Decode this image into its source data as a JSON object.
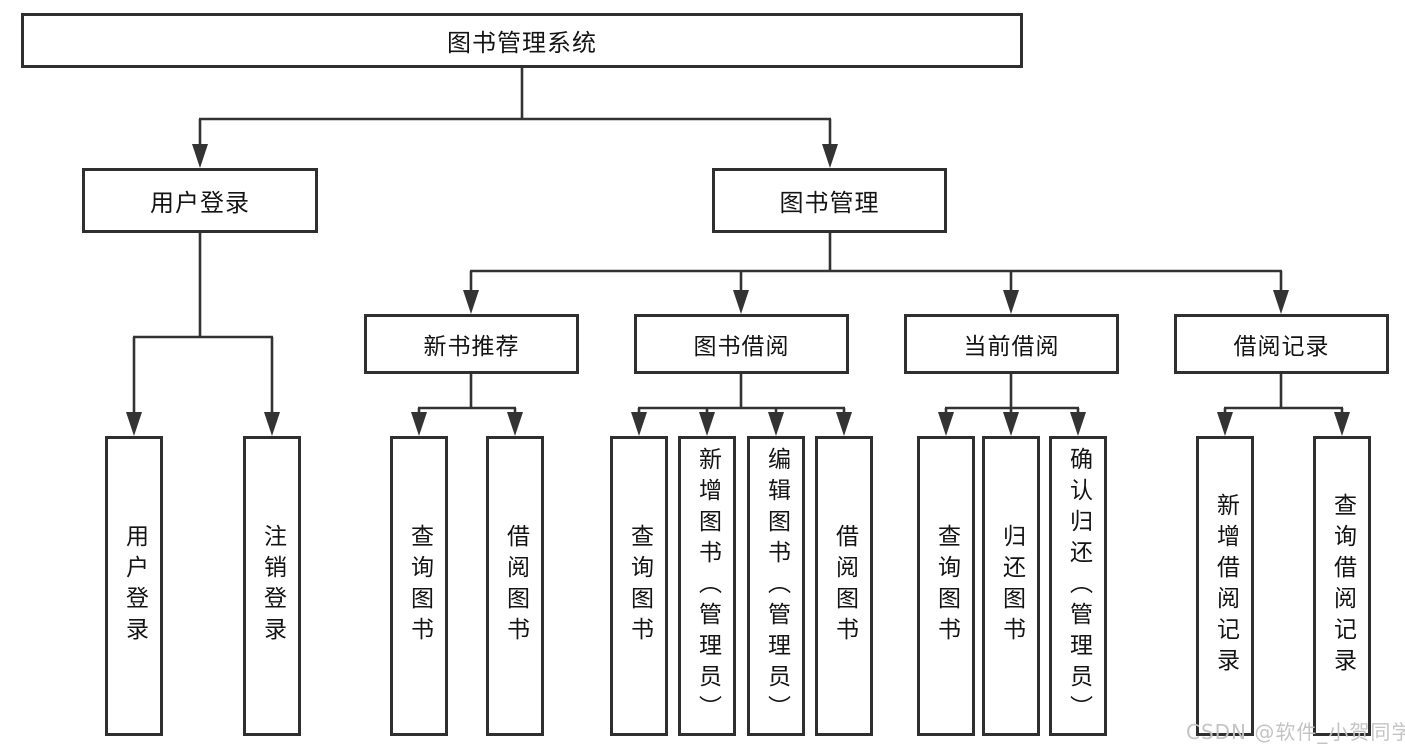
{
  "tree": {
    "root": "图书管理系统",
    "branches": [
      {
        "label": "用户登录",
        "children": [
          "用户登录",
          "注销登录"
        ]
      },
      {
        "label": "图书管理",
        "children": [
          {
            "label": "新书推荐",
            "children": [
              "查询图书",
              "借阅图书"
            ]
          },
          {
            "label": "图书借阅",
            "children": [
              "查询图书",
              "新增图书（管理员）",
              "编辑图书（管理员）",
              "借阅图书"
            ]
          },
          {
            "label": "当前借阅",
            "children": [
              "查询图书",
              "归还图书",
              "确认归还（管理员）"
            ]
          },
          {
            "label": "借阅记录",
            "children": [
              "新增借阅记录",
              "查询借阅记录"
            ]
          }
        ]
      }
    ]
  },
  "watermark": {
    "text": "CSDN @软件_小贺同学",
    "color": "#c4c4c4"
  },
  "colors": {
    "line": "#333333",
    "box_border": "#2f2f2f",
    "text": "#141414",
    "background": "#ffffff"
  }
}
